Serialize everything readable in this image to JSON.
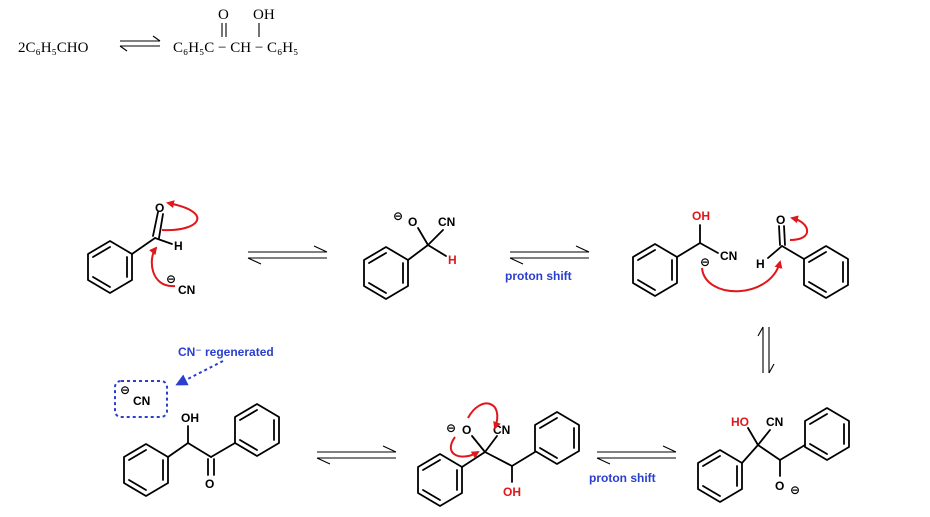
{
  "equation": {
    "reactant": "2C₆H₅CHO",
    "product": "C₆H₅C − CH − C₆H₅",
    "o_label": "O",
    "oh_label": "OH"
  },
  "atoms": {
    "o": "O",
    "h": "H",
    "cn": "CN",
    "oh": "OH",
    "ho": "HO",
    "minus": "⊖"
  },
  "labels": {
    "proton_shift_1": "proton shift",
    "proton_shift_2": "proton shift",
    "cn_regenerated": "CN⁻ regenerated"
  },
  "colors": {
    "red": "#e0171b",
    "blue": "#2a3fd0",
    "black": "#000000"
  }
}
